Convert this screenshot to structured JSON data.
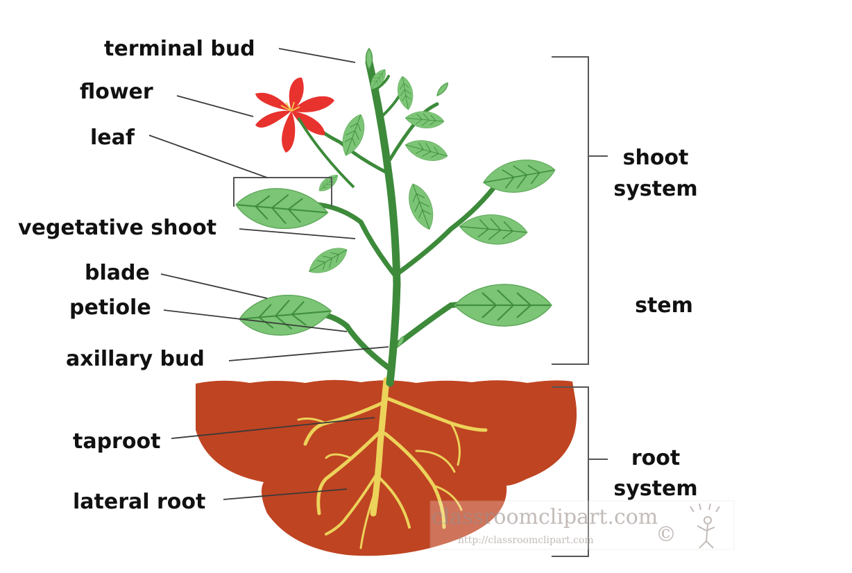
{
  "labels": {
    "terminal_bud": "terminal bud",
    "flower": "flower",
    "leaf": "leaf",
    "vegetative_shoot": "vegetative shoot",
    "blade": "blade",
    "petiole": "petiole",
    "axillary_bud": "axillary bud",
    "taproot": "taproot",
    "lateral_root": "lateral root",
    "shoot_system_1": "shoot",
    "shoot_system_2": "system",
    "stem": "stem",
    "root_system_1": "root",
    "root_system_2": "system"
  },
  "watermark": {
    "main": "classroomclipart.com",
    "url": "http://classroomclipart.com",
    "symbol": "©"
  },
  "colors": {
    "leaf_fill": "#7cc576",
    "leaf_vein": "#3f8f3e",
    "stem": "#3c8a3a",
    "flower": "#e8322e",
    "soil": "#bf4422",
    "roots": "#ecd35a",
    "label_text": "#111111"
  },
  "icons": {
    "flower": "red-lily-flower",
    "leaf": "green-serrated-leaf",
    "bud": "green-bud",
    "soil": "brown-soil-mound",
    "roots": "yellow-root-network"
  }
}
